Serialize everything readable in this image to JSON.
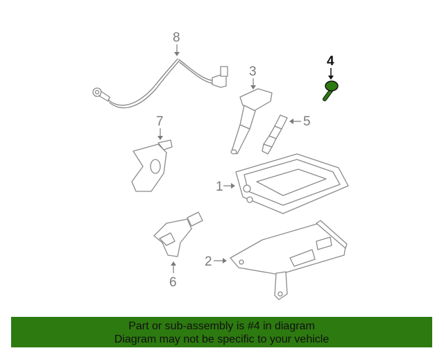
{
  "diagram": {
    "callouts": {
      "c1": "1",
      "c2": "2",
      "c3": "3",
      "c4": "4",
      "c5": "5",
      "c6": "6",
      "c7": "7",
      "c8": "8"
    },
    "highlighted_part": "4",
    "highlight_color": "#2d7a10"
  },
  "banner": {
    "line1": "Part or sub-assembly is #4 in diagram",
    "line2": "Diagram may not be specific to your vehicle",
    "background": "#2d7a10"
  }
}
